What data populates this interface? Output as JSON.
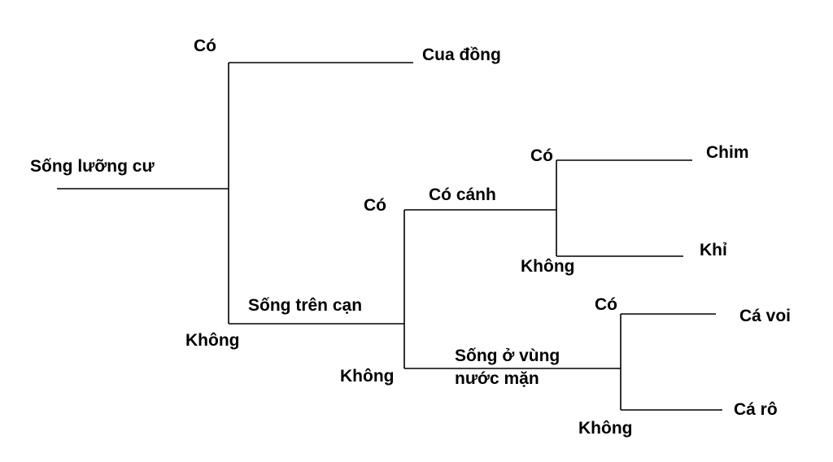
{
  "diagram": {
    "root": {
      "label": "Sống lưỡng cư"
    },
    "nodes": {
      "cua_dong": {
        "label": "Cua đồng"
      },
      "song_tren_can": {
        "label": "Sống trên cạn"
      },
      "co_canh": {
        "label": "Có cánh"
      },
      "chim": {
        "label": "Chim"
      },
      "khi": {
        "label": "Khỉ"
      },
      "song_vung_nuoc_man": {
        "label_line1": "Sống ở vùng",
        "label_line2": "nước mặn"
      },
      "ca_voi": {
        "label": "Cá voi"
      },
      "ca_ro": {
        "label": "Cá rô"
      }
    },
    "branch_labels": {
      "root_yes": "Có",
      "root_no": "Không",
      "land_yes": "Có",
      "land_no": "Không",
      "wings_yes": "Có",
      "wings_no": "Không",
      "salt_yes": "Có",
      "salt_no": "Không"
    },
    "line_color": "#000000",
    "text_color": "#000000"
  }
}
